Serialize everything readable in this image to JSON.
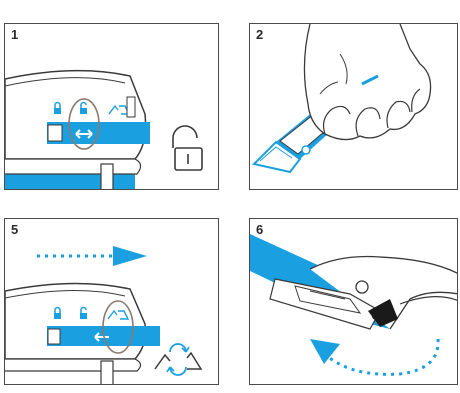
{
  "steps": [
    {
      "number": "1"
    },
    {
      "number": "2"
    },
    {
      "number": "5"
    },
    {
      "number": "6"
    }
  ],
  "colors": {
    "accent": "#1aa0e0",
    "outline": "#3a3a3a",
    "circle": "#8a7a70",
    "dark": "#1a1a1a"
  },
  "icons": [
    "lock-closed-icon",
    "lock-open-icon",
    "auto-retract-icon",
    "open-padlock-icon",
    "dotted-arrow-right-icon",
    "dotted-rotate-arrow-icon"
  ]
}
